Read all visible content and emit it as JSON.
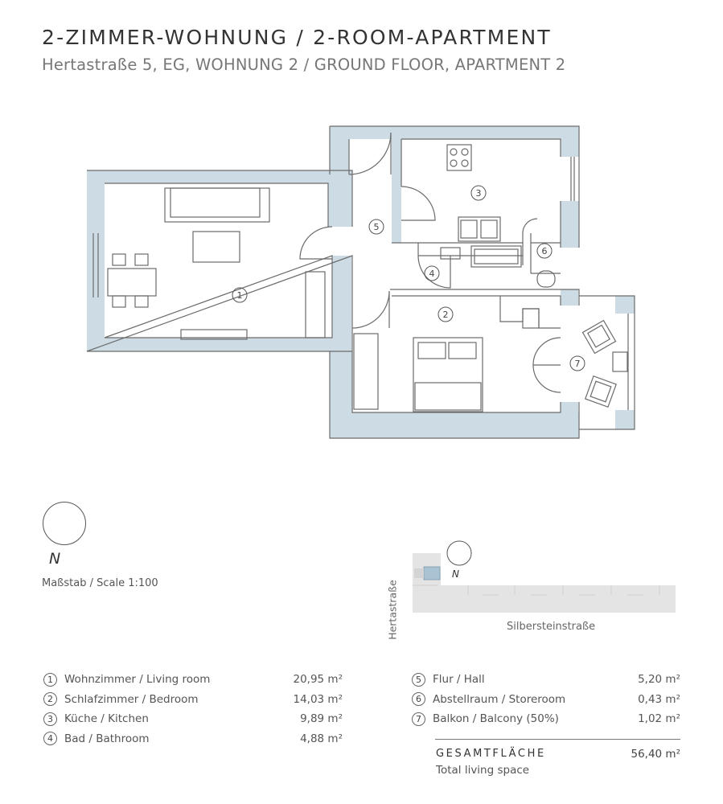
{
  "header": {
    "title": "2-ZIMMER-WOHNUNG / 2-ROOM-APARTMENT",
    "subtitle": "Hertastraße 5, EG, WOHNUNG 2 / GROUND FLOOR, APARTMENT 2"
  },
  "plan": {
    "room_numbers": [
      "1",
      "2",
      "3",
      "4",
      "5",
      "6",
      "7"
    ],
    "colors": {
      "wall": "#c9d9e3",
      "line": "#6b6b6b",
      "wall_fill": "#cddbe4"
    }
  },
  "compass": {
    "letter": "N"
  },
  "scale": {
    "label": "Maßstab / Scale 1:100"
  },
  "location": {
    "street_vertical": "Hertastraße",
    "street_horizontal": "Silbersteinstraße",
    "north_letter": "N"
  },
  "legend": {
    "left": [
      {
        "num": "1",
        "name": "Wohnzimmer / Living room",
        "area": "20,95 m²"
      },
      {
        "num": "2",
        "name": "Schlafzimmer / Bedroom",
        "area": "14,03 m²"
      },
      {
        "num": "3",
        "name": "Küche / Kitchen",
        "area": "9,89 m²"
      },
      {
        "num": "4",
        "name": "Bad / Bathroom",
        "area": "4,88 m²"
      }
    ],
    "right": [
      {
        "num": "5",
        "name": "Flur / Hall",
        "area": "5,20 m²"
      },
      {
        "num": "6",
        "name": "Abstellraum / Storeroom",
        "area": "0,43 m²"
      },
      {
        "num": "7",
        "name": "Balkon / Balcony (50%)",
        "area": "1,02 m²"
      }
    ]
  },
  "total": {
    "label": "GESAMTFLÄCHE",
    "sublabel": "Total living space",
    "area": "56,40 m²"
  }
}
